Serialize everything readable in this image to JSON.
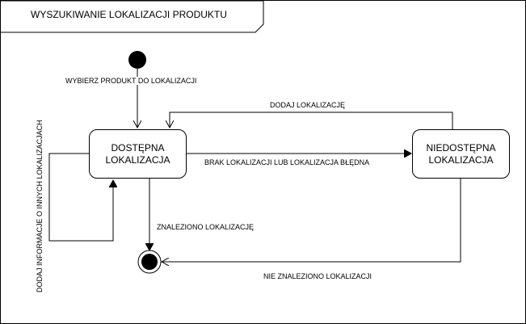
{
  "diagram": {
    "title": "WYSZUKIWANIE LOKALIZACJI PRODUKTU",
    "states": {
      "available": "DOSTĘPNA\nLOKALIZACJA",
      "unavailable": "NIEDOSTĘPNA\nLOKALIZACJA"
    },
    "transitions": {
      "select_product": "WYBIERZ PRODUKT DO LOKALIZACJI",
      "add_location": "DODAJ LOKALIZACJĘ",
      "missing_or_wrong": "BRAK LOKALIZACJI LUB LOKALIZACJA BŁĘDNA",
      "found": "ZNALEZIONO LOKALIZACJĘ",
      "not_found": "NIE ZNALEZIONO LOKALIZACJI",
      "add_info_other": "DODAJ INFORMACJE O  INNYCH LOKALIZACJACH"
    }
  }
}
